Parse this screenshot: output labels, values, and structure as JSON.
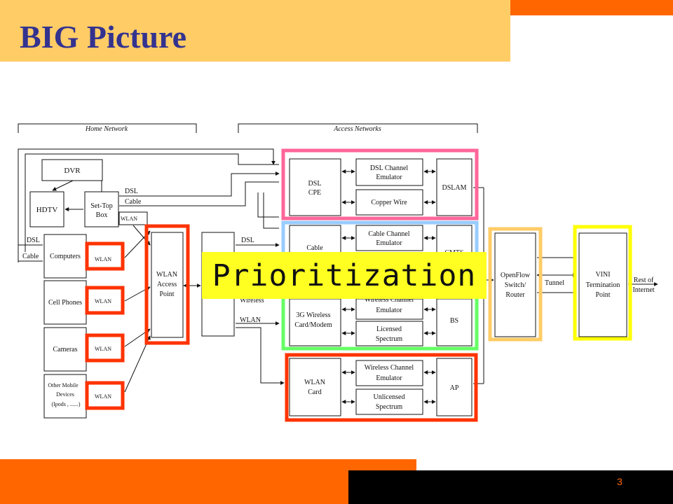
{
  "slide": {
    "title": "BIG Picture",
    "slide_number": "3"
  },
  "colors": {
    "header_light": "#ffcc66",
    "header_orange": "#ff6600",
    "footer_orange": "#ff6600",
    "footer_black": "#000000",
    "title": "#33338f",
    "dsl_box": "#ff6699",
    "cable_box": "#99ccff",
    "wireless_box": "#66ff66",
    "wlan_box": "#ff3300",
    "openflow_box": "#ffcc66",
    "vini_box": "#ffff00",
    "highlight": "#ffff22"
  },
  "overlay": {
    "label": "Prioritization"
  },
  "diagram": {
    "section_home": "Home Network",
    "section_access": "Access Networks",
    "dvr": "DVR",
    "hdtv": "HDTV",
    "settop": [
      "Set-Top",
      "Box"
    ],
    "dsl_label": "DSL",
    "cable_label": "Cable",
    "wlan_label": "WLAN",
    "computers": "Computers",
    "cellphones": "Cell Phones",
    "cameras": "Cameras",
    "other_mobile": [
      "Other Mobile",
      "Devices",
      "(Ipods  , ......)"
    ],
    "wlan_ap": [
      "WLAN",
      "Access",
      "Point"
    ],
    "wireless_label": "Wireless",
    "dsl_cpe": [
      "DSL",
      "CPE"
    ],
    "dsl_emu": [
      "DSL Channel",
      "Emulator"
    ],
    "copper": "Copper Wire",
    "dslam": "DSLAM",
    "cable_modem": "Cable",
    "cable_emu": [
      "Cable Channel",
      "Emulator"
    ],
    "cmts": "CMTS",
    "card3g": [
      "3G Wireless",
      "Card/Modem"
    ],
    "wl_emu": [
      "Wireless Channel",
      "Emulator"
    ],
    "licensed": [
      "Licensed",
      "Spectrum"
    ],
    "bs": "BS",
    "wlan_card": [
      "WLAN",
      "Card"
    ],
    "wl_emu2": [
      "Wireless Channel",
      "Emulator"
    ],
    "unlicensed": [
      "Unlicensed",
      "Spectrum"
    ],
    "ap": "AP",
    "openflow": [
      "OpenFlow",
      "Switch/",
      "Router"
    ],
    "tunnel": "Tunnel",
    "vini": [
      "VINI",
      "Termination",
      "Point"
    ],
    "rest": [
      "Rest of",
      "Internet"
    ]
  }
}
